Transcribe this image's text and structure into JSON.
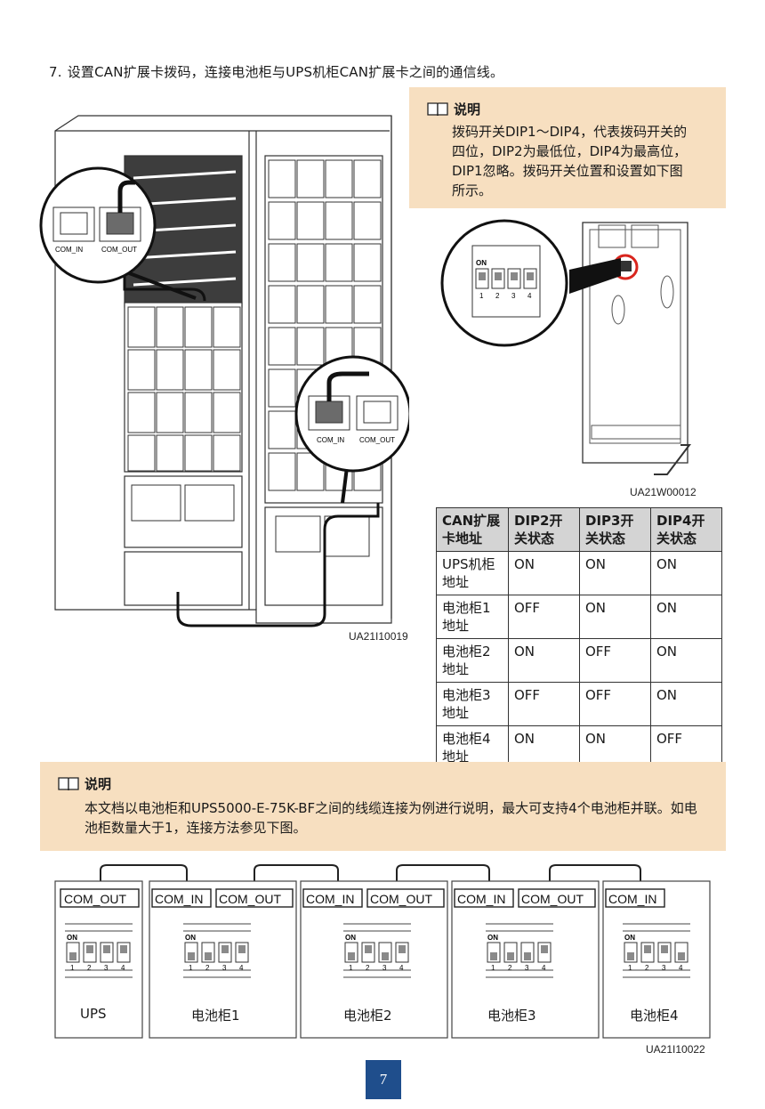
{
  "step": {
    "number": "7.",
    "text": "设置CAN扩展卡拨码，连接电池柜与UPS机柜CAN扩展卡之间的通信线。"
  },
  "note1": {
    "title": "说明",
    "body": "拨码开关DIP1～DIP4，代表拨码开关的四位，DIP2为最低位，DIP4为最高位，DIP1忽略。拨码开关位置和设置如下图所示。"
  },
  "figures": {
    "cabinet": {
      "code": "UA21I10019",
      "port_in": "COM_IN",
      "port_out": "COM_OUT"
    },
    "board": {
      "code": "UA21W00012",
      "on_label": "ON",
      "switch_numbers": [
        "1",
        "2",
        "3",
        "4"
      ]
    },
    "chain": {
      "code": "UA21I10022",
      "port_in": "COM_IN",
      "port_out": "COM_OUT",
      "on_label": "ON",
      "units": [
        "UPS",
        "电池柜1",
        "电池柜2",
        "电池柜3",
        "电池柜4"
      ]
    }
  },
  "table": {
    "headers": [
      "CAN扩展卡地址",
      "DIP2开关状态",
      "DIP3开关状态",
      "DIP4开关状态"
    ],
    "rows": [
      [
        "UPS机柜地址",
        "ON",
        "ON",
        "ON"
      ],
      [
        "电池柜1地址",
        "OFF",
        "ON",
        "ON"
      ],
      [
        "电池柜2地址",
        "ON",
        "OFF",
        "ON"
      ],
      [
        "电池柜3地址",
        "OFF",
        "OFF",
        "ON"
      ],
      [
        "电池柜4地址",
        "ON",
        "ON",
        "OFF"
      ]
    ]
  },
  "note2": {
    "title": "说明",
    "body": "本文档以电池柜和UPS5000-E-75K-BF之间的线缆连接为例进行说明，最大可支持4个电池柜并联。如电池柜数量大于1，连接方法参见下图。"
  },
  "page_number": "7",
  "colors": {
    "note_bg": "#f7dfc0",
    "table_header": "#d4d4d4",
    "page_badge": "#1f4e8c",
    "highlight": "#d9251d"
  }
}
